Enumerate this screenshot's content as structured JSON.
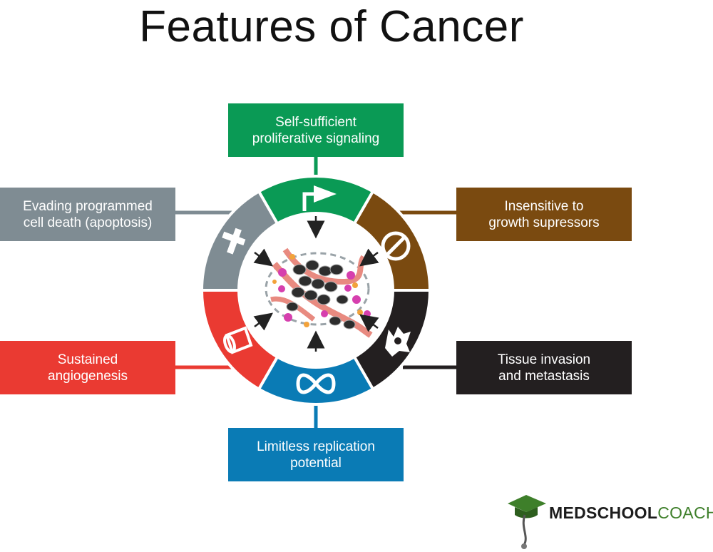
{
  "title": "Features of Cancer",
  "colors": {
    "green": "#0a9a55",
    "brown": "#7a4a10",
    "black": "#231f20",
    "blue": "#0a7bb5",
    "red": "#ea3a32",
    "gray": "#7f8c93"
  },
  "features": [
    {
      "line1": "Self-sufficient",
      "line2": "proliferative signaling",
      "color": "#0a9a55",
      "icon": "bent-arrow-icon"
    },
    {
      "line1": "Insensitive to",
      "line2": "growth supressors",
      "color": "#7a4a10",
      "icon": "prohibited-icon"
    },
    {
      "line1": "Tissue invasion",
      "line2": "and metastasis",
      "color": "#231f20",
      "icon": "invasive-cell-icon"
    },
    {
      "line1": "Limitless replication",
      "line2": "potential",
      "color": "#0a7bb5",
      "icon": "infinity-icon"
    },
    {
      "line1": "Sustained",
      "line2": "angiogenesis",
      "color": "#ea3a32",
      "icon": "blood-vessel-icon"
    },
    {
      "line1": "Evading programmed",
      "line2": "cell death (apoptosis)",
      "color": "#7f8c93",
      "icon": "cross-icon"
    }
  ],
  "center_image": "tumor-cells-illustration",
  "logo": {
    "part1": "MEDSCHOOL",
    "part2": "COACH",
    "icon": "graduation-cap-stethoscope-icon"
  }
}
